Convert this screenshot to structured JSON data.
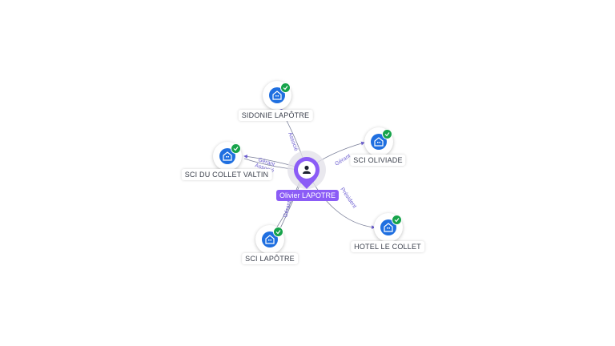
{
  "center": {
    "name": "Olivier LAPOTRE",
    "icon": "person-icon",
    "color": "#8b5cf6"
  },
  "companies": [
    {
      "id": "sidonie",
      "name": "SIDONIE LAPÔTRE",
      "icon": "building-icon",
      "verified": true
    },
    {
      "id": "collet-valtin",
      "name": "SCI DU COLLET VALTIN",
      "icon": "building-icon",
      "verified": true
    },
    {
      "id": "oliviade",
      "name": "SCI OLIVIADE",
      "icon": "building-icon",
      "verified": true
    },
    {
      "id": "hotel",
      "name": "HOTEL LE COLLET",
      "icon": "building-icon",
      "verified": true
    },
    {
      "id": "lapotre",
      "name": "SCI LAPÔTRE",
      "icon": "building-icon",
      "verified": true
    }
  ],
  "relations": [
    {
      "to": "sidonie",
      "label": "Associé"
    },
    {
      "to": "collet-valtin",
      "label": "Gérant"
    },
    {
      "to": "collet-valtin",
      "label": "Associé"
    },
    {
      "to": "oliviade",
      "label": "Gérant"
    },
    {
      "to": "hotel",
      "label": "Président"
    },
    {
      "to": "lapotre",
      "label": "Gérant"
    }
  ],
  "colors": {
    "company": "#1f6fe0",
    "verified": "#16a34a",
    "edge": "#7a7f99",
    "edge_label": "#6d5fd1"
  }
}
